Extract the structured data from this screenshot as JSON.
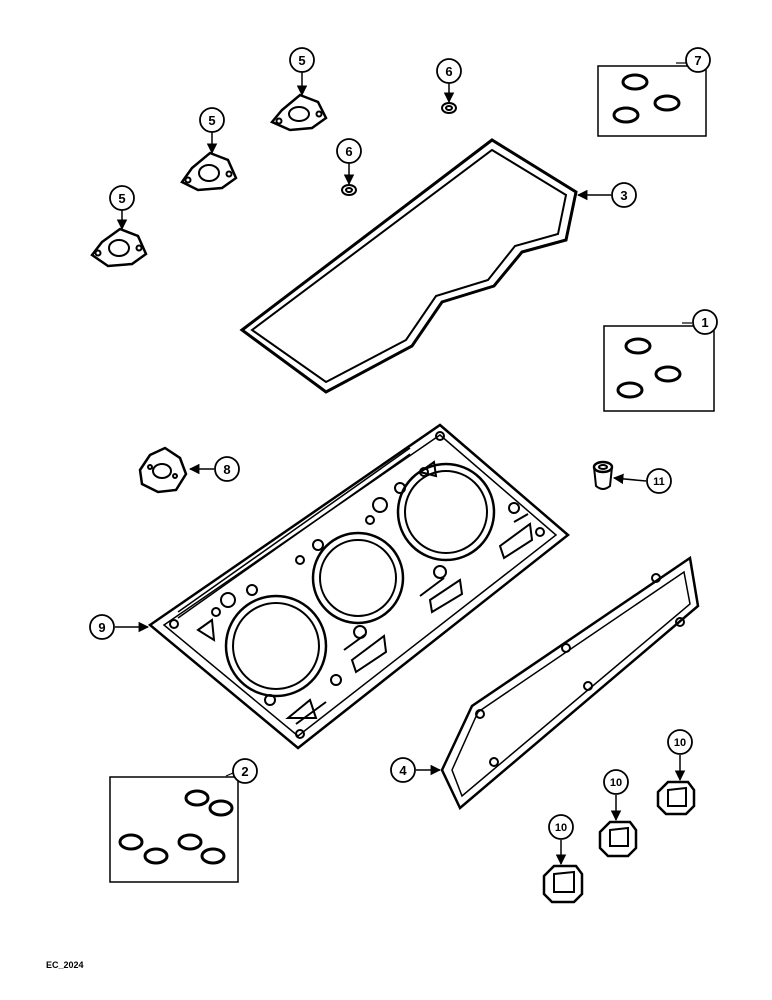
{
  "callouts": [
    {
      "id": "c1",
      "label": "1"
    },
    {
      "id": "c2",
      "label": "2"
    },
    {
      "id": "c3",
      "label": "3"
    },
    {
      "id": "c4",
      "label": "4"
    },
    {
      "id": "c5a",
      "label": "5"
    },
    {
      "id": "c5b",
      "label": "5"
    },
    {
      "id": "c5c",
      "label": "5"
    },
    {
      "id": "c6a",
      "label": "6"
    },
    {
      "id": "c6b",
      "label": "6"
    },
    {
      "id": "c7",
      "label": "7"
    },
    {
      "id": "c8",
      "label": "8"
    },
    {
      "id": "c9",
      "label": "9"
    },
    {
      "id": "c10a",
      "label": "10"
    },
    {
      "id": "c10b",
      "label": "10"
    },
    {
      "id": "c10c",
      "label": "10"
    },
    {
      "id": "c11",
      "label": "11"
    }
  ],
  "footer": {
    "code": "EC_2024"
  }
}
